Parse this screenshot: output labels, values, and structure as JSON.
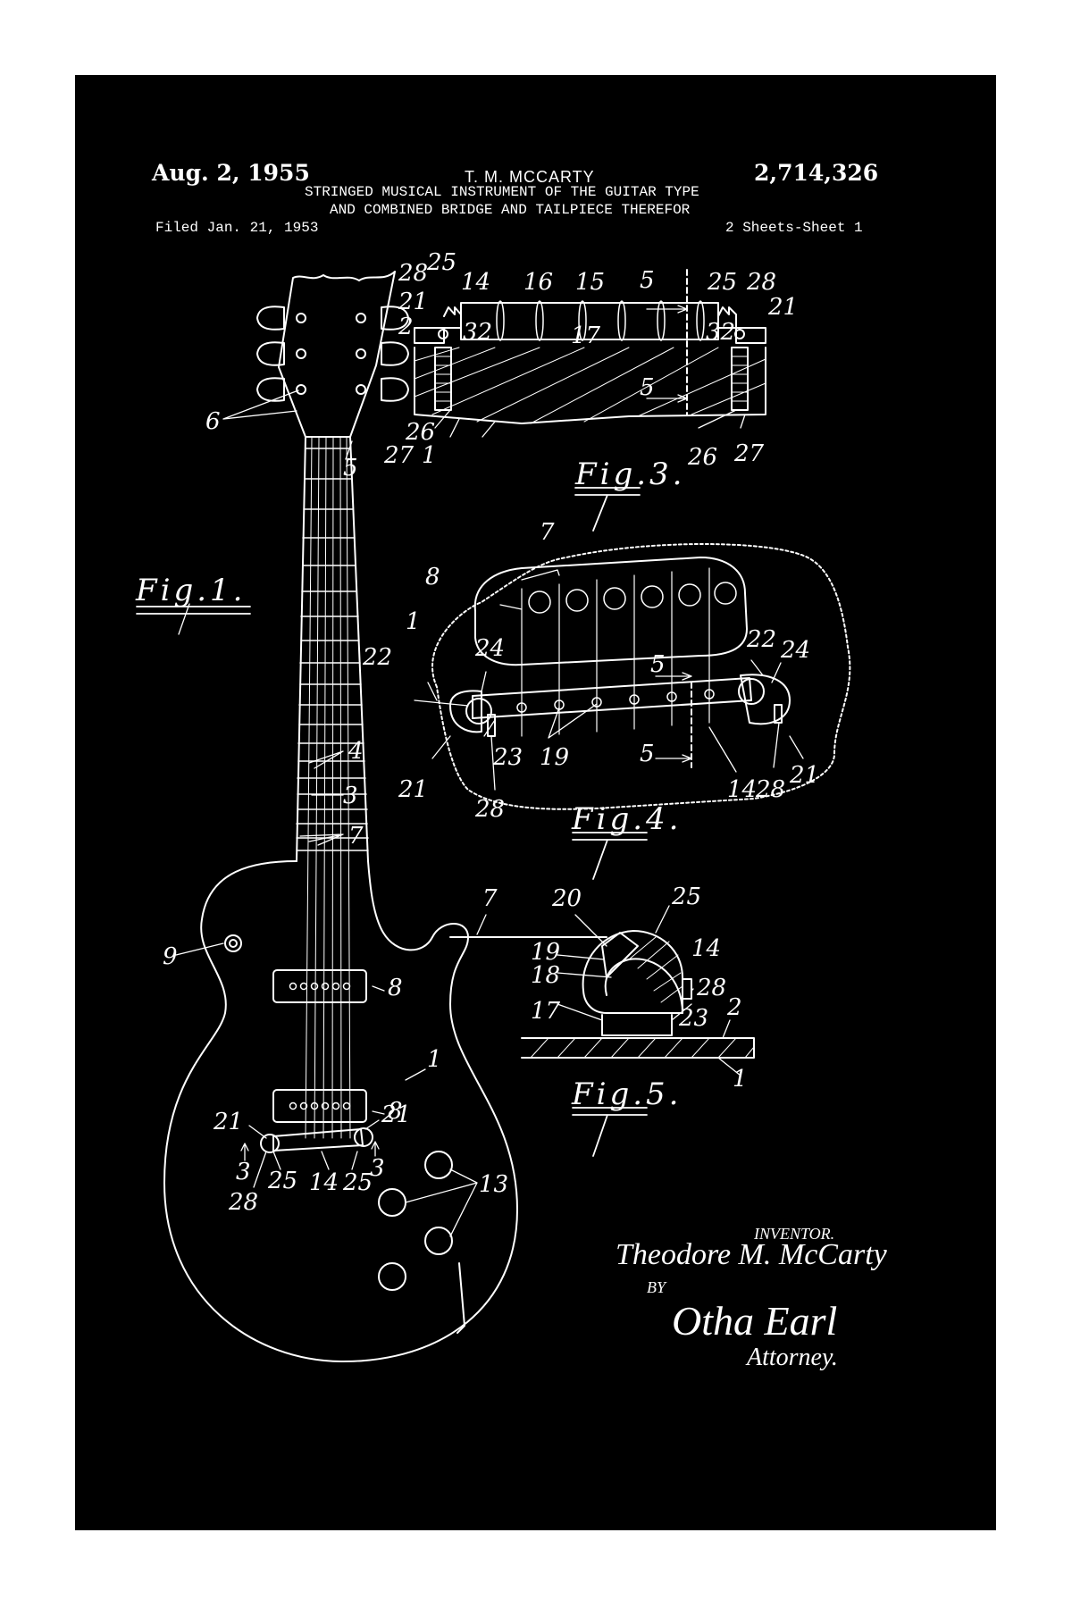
{
  "header": {
    "date": "Aug. 2, 1955",
    "inventor_name": "T. M. MCCARTY",
    "patent_number": "2,714,326",
    "title_line1": "STRINGED MUSICAL INSTRUMENT OF THE GUITAR TYPE",
    "title_line2": "AND COMBINED BRIDGE AND TAILPIECE THEREFOR",
    "filed": "Filed Jan. 21, 1953",
    "sheets": "2 Sheets-Sheet 1"
  },
  "figures": {
    "fig1": "Fig.1.",
    "fig3": "Fig.3.",
    "fig4": "Fig.4.",
    "fig5": "Fig.5."
  },
  "labels": {
    "fig1": [
      "6",
      "5",
      "4",
      "3",
      "7",
      "9",
      "8",
      "8",
      "1",
      "21",
      "21",
      "3",
      "3",
      "25",
      "14",
      "25",
      "28",
      "13"
    ],
    "fig3": [
      "28",
      "25",
      "14",
      "16",
      "15",
      "5",
      "25",
      "28",
      "21",
      "21",
      "2",
      "32",
      "32",
      "17",
      "5",
      "26",
      "27",
      "1",
      "26",
      "27"
    ],
    "fig4": [
      "7",
      "8",
      "1",
      "22",
      "24",
      "22",
      "24",
      "5",
      "5",
      "23",
      "19",
      "21",
      "28",
      "14",
      "28",
      "21"
    ],
    "fig5": [
      "7",
      "20",
      "25",
      "14",
      "19",
      "18",
      "28",
      "17",
      "23",
      "2",
      "1"
    ]
  },
  "signature": {
    "inventor_label": "INVENTOR.",
    "inventor": "Theodore M. McCarty",
    "by": "BY",
    "attorney_sig": "Otha Earl",
    "attorney": "Attorney."
  }
}
